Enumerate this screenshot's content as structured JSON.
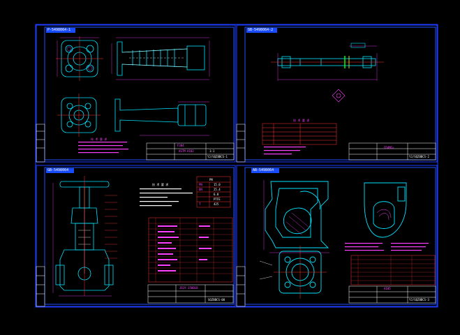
{
  "drawing": {
    "background": "#000000",
    "frame_color": "#1e3cff",
    "sheets": [
      {
        "id": "sheet-1",
        "tag": "P-5498064-1",
        "part_name": "F304",
        "material": "ASTM A182",
        "scale": "1:1",
        "drawing_no": "YJ/SQZ8BCS-1",
        "notes_title": "技 术 要 求"
      },
      {
        "id": "sheet-2",
        "tag": "SB-5498064-2",
        "part_name": "CD4MCu",
        "drawing_no": "YJ/SQZ8BCS-2",
        "notes_title": "技 术 要 求"
      },
      {
        "id": "sheet-3",
        "tag": "GB-5498064",
        "part_name": "J61Y-1500LB",
        "drawing_no": "SQZ8BCS-00",
        "notes_title": "技 术 要 求",
        "spec_header": "PN",
        "spec_rows": [
          [
            "PN",
            "15.0"
          ],
          [
            "DN",
            "25.4"
          ],
          [
            "",
            "6.0"
          ],
          [
            "",
            "PTFE"
          ],
          [
            "T",
            "425"
          ]
        ]
      },
      {
        "id": "sheet-4",
        "tag": "AB-5498064",
        "part_name": "A105",
        "drawing_no": "YJ/SQZ8BCS-3"
      }
    ]
  }
}
